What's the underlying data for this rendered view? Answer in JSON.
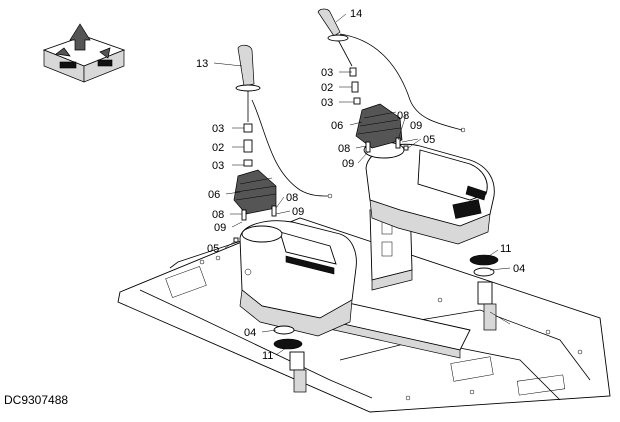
{
  "drawing_code": "DC9307488",
  "callouts": [
    {
      "id": "c14",
      "text": "14"
    },
    {
      "id": "c13",
      "text": "13"
    },
    {
      "id": "c03a",
      "text": "03"
    },
    {
      "id": "c02a",
      "text": "02"
    },
    {
      "id": "c03b",
      "text": "03"
    },
    {
      "id": "c06a",
      "text": "06"
    },
    {
      "id": "c08a",
      "text": "08"
    },
    {
      "id": "c09a",
      "text": "09"
    },
    {
      "id": "c05a",
      "text": "05"
    },
    {
      "id": "c08b",
      "text": "08"
    },
    {
      "id": "c09b",
      "text": "09"
    },
    {
      "id": "c03c",
      "text": "03"
    },
    {
      "id": "c02b",
      "text": "02"
    },
    {
      "id": "c03d",
      "text": "03"
    },
    {
      "id": "c06b",
      "text": "06"
    },
    {
      "id": "c08c",
      "text": "08"
    },
    {
      "id": "c09c",
      "text": "09"
    },
    {
      "id": "c05b",
      "text": "05"
    },
    {
      "id": "c08d",
      "text": "08"
    },
    {
      "id": "c09d",
      "text": "09"
    },
    {
      "id": "c11a",
      "text": "11"
    },
    {
      "id": "c04a",
      "text": "04"
    },
    {
      "id": "c04b",
      "text": "04"
    },
    {
      "id": "c11b",
      "text": "11"
    }
  ]
}
